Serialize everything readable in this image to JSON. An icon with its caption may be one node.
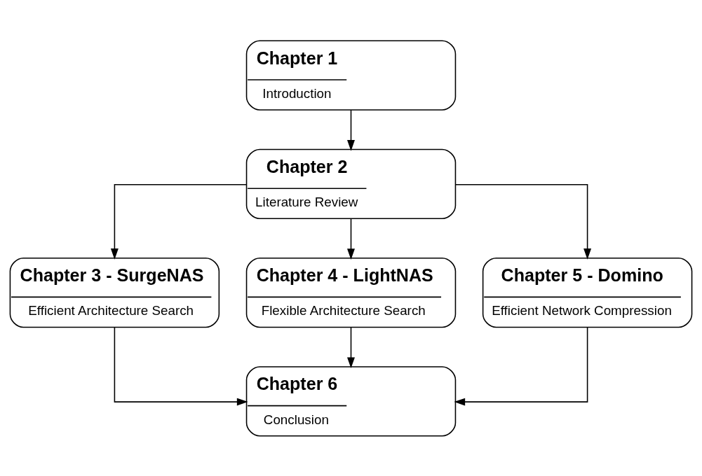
{
  "diagram": {
    "nodes": [
      {
        "text": [
          "Chapter 1",
          "Introduction"
        ]
      },
      {
        "text": [
          "Chapter 2",
          "Literature Review"
        ]
      },
      {
        "text": [
          "Chapter 3 - SurgeNAS",
          "Efficient Architecture Search"
        ]
      },
      {
        "text": [
          "Chapter 4 - LightNAS",
          "Flexible Architecture Search"
        ]
      },
      {
        "text": [
          "Chapter 5 - Domino",
          "Efficient Network Compression"
        ]
      },
      {
        "text": [
          "Chapter 6",
          "Conclusion"
        ]
      }
    ],
    "edges": [
      {
        "from": 0,
        "to": 1,
        "arrow": "to"
      },
      {
        "from": 1,
        "to": 2,
        "arrow": "to"
      },
      {
        "from": 1,
        "to": 3,
        "arrow": "to"
      },
      {
        "from": 1,
        "to": 4,
        "arrow": "to"
      },
      {
        "from": 2,
        "to": 5,
        "arrow": "to"
      },
      {
        "from": 3,
        "to": 5,
        "arrow": "to"
      },
      {
        "from": 4,
        "to": 5,
        "arrow": "to"
      }
    ]
  }
}
